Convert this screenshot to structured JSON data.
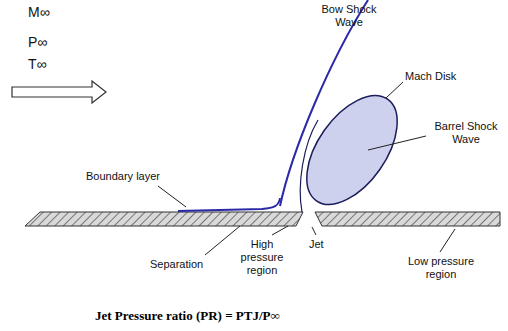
{
  "diagram": {
    "caption": "Jet Pressure ratio (PR) = PTJ/P∞",
    "labels": [
      "M∞",
      "P∞",
      "T∞",
      "Bow Shock Wave",
      "Mach Disk",
      "Barrel Shock Wave",
      "Boundary layer",
      "Separation",
      "High pressure region",
      "Jet",
      "Low pressure region"
    ]
  }
}
